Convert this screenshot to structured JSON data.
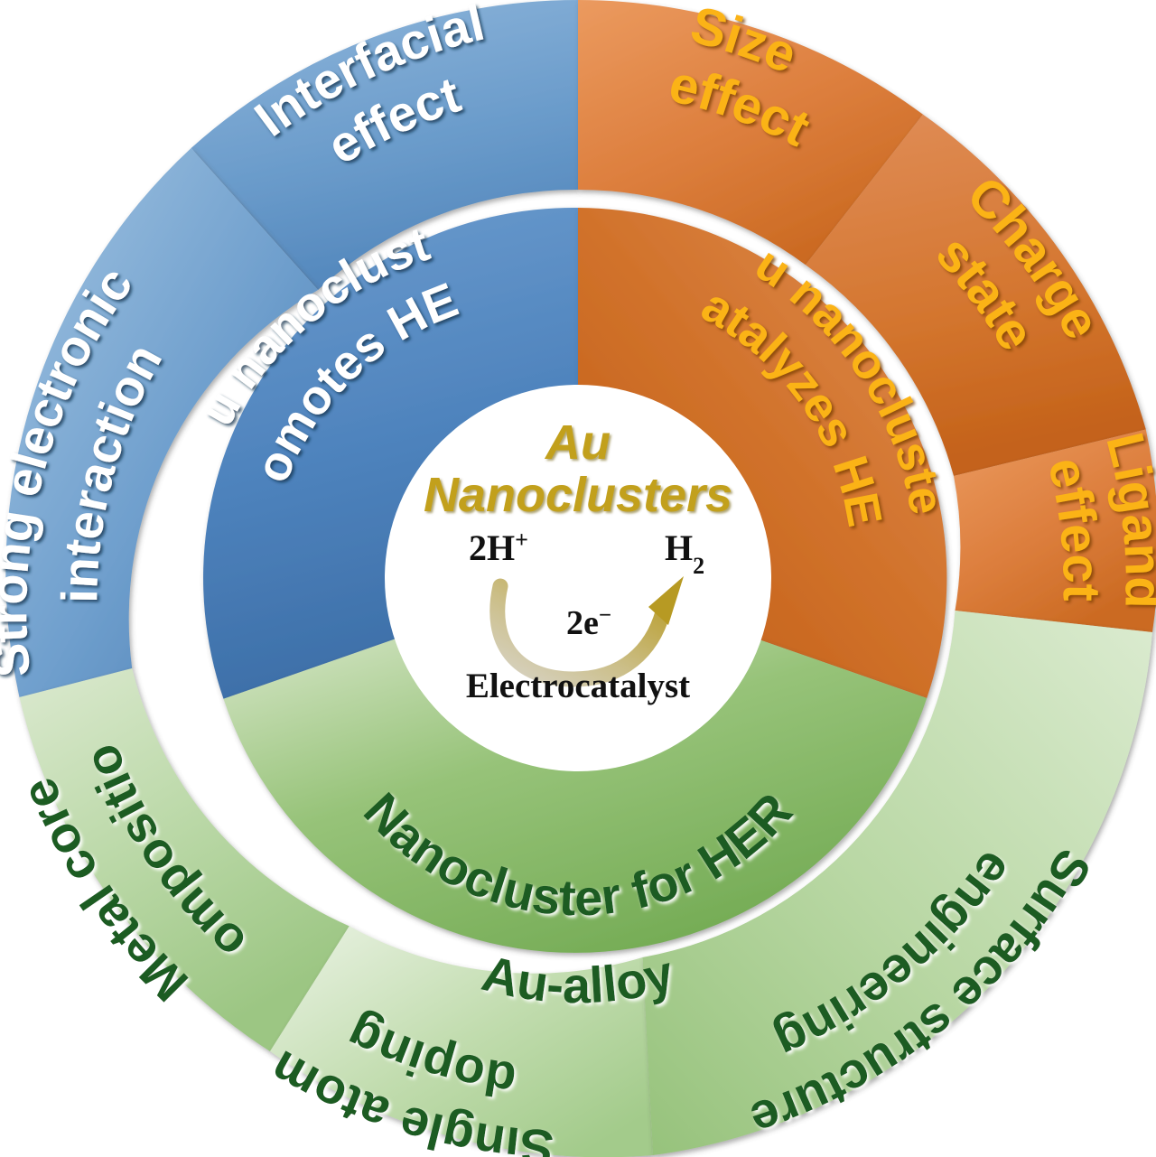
{
  "figure": {
    "type": "concentric-donut-diagram",
    "center_label": {
      "title_line1": "Au",
      "title_line2": "Nanoclusters",
      "reactant": "2H",
      "reactant_sup": "+",
      "product": "H",
      "product_sub": "2",
      "electrons": "2e",
      "electrons_sup": "−",
      "footer": "Electrocatalyst"
    },
    "colors": {
      "blue_inner": "#5b8fc4",
      "blue_inner_dark": "#3f6ea6",
      "blue_outer": "#84aed6",
      "blue_outer_dark": "#4a7fb5",
      "orange_inner": "#d2742c",
      "orange_inner_dark": "#c25f17",
      "orange_outer": "#e2894a",
      "orange_outer_dark": "#cf6f26",
      "green_inner": "#7cb05c",
      "green_inner_dark": "#5d9240",
      "green_outer": "#c3dcb2",
      "green_outer_dark": "#8fbd6e",
      "blue_text": "#ffffff",
      "orange_text": "#fbb316",
      "green_text": "#1d5c23",
      "gold_title": "#c2a01e",
      "chem_text": "#111111",
      "divider": "#ffffff"
    },
    "sectors": [
      {
        "id": "blue",
        "ring": "inner",
        "label": "Au nanocluster promotes HER",
        "lines": [
          "Au nanocluster",
          "promotes HER"
        ],
        "children": [
          {
            "id": "interfacial-effect",
            "label": "Interfacial effect",
            "lines": [
              "Interfacial",
              "effect"
            ]
          },
          {
            "id": "strong-electronic-interaction",
            "label": "Strong electronic interaction",
            "lines": [
              "Strong electronic",
              "interaction"
            ]
          }
        ]
      },
      {
        "id": "orange",
        "ring": "inner",
        "label": "Au nanocluster catalyzes HER",
        "lines": [
          "Au nanocluster",
          "catalyzes HER"
        ],
        "children": [
          {
            "id": "size-effect",
            "label": "Size effect",
            "lines": [
              "Size",
              "effect"
            ]
          },
          {
            "id": "charge-state",
            "label": "Charge state",
            "lines": [
              "Charge",
              "state"
            ]
          },
          {
            "id": "ligand-effect",
            "label": "Ligand effect",
            "lines": [
              "Ligand",
              "effect"
            ]
          }
        ]
      },
      {
        "id": "green",
        "ring": "inner",
        "label": "Au-alloy Nanocluster for HER",
        "lines": [
          "Au-alloy",
          "Nanocluster for HER"
        ],
        "children": [
          {
            "id": "metal-core-composition",
            "label": "Metal core composition",
            "lines": [
              "Metal core",
              "composition"
            ]
          },
          {
            "id": "single-atom-doping",
            "label": "Single atom doping",
            "lines": [
              "Single atom",
              "doping"
            ]
          },
          {
            "id": "surface-structure-engineering",
            "label": "Surface structure engineering",
            "lines": [
              "Surface structure",
              "engineering"
            ]
          }
        ]
      }
    ]
  }
}
